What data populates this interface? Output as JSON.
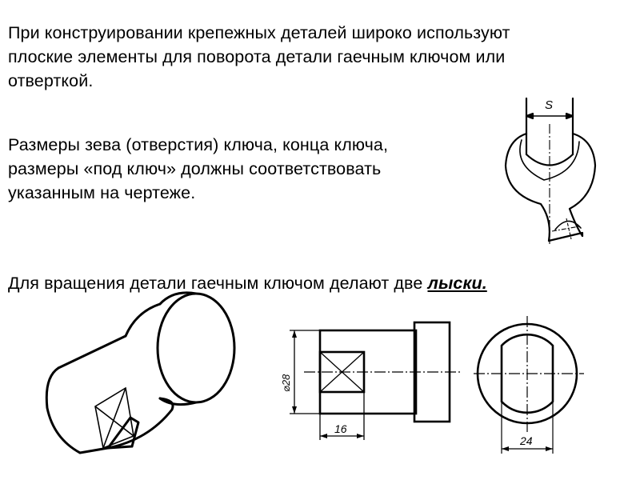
{
  "paragraphs": {
    "intro": "При конструировании крепежных деталей широко используют плоские элементы для поворота детали гаечным ключом или отверткой.",
    "wrench_sizes": "Размеры зева (отверстия) ключа, конца ключа, размеры «под ключ» должны соответствовать указанным на чертеже.",
    "flats_prefix": "Для вращения детали гаечным ключом делают две ",
    "flats_keyword": "лыски.",
    "flats_suffix": " "
  },
  "drawings": {
    "wrench": {
      "dimension_label": "S"
    },
    "side_view": {
      "diameter_label": "⌀28",
      "flat_length_label": "16"
    },
    "end_view": {
      "flat_width_label": "24"
    }
  }
}
